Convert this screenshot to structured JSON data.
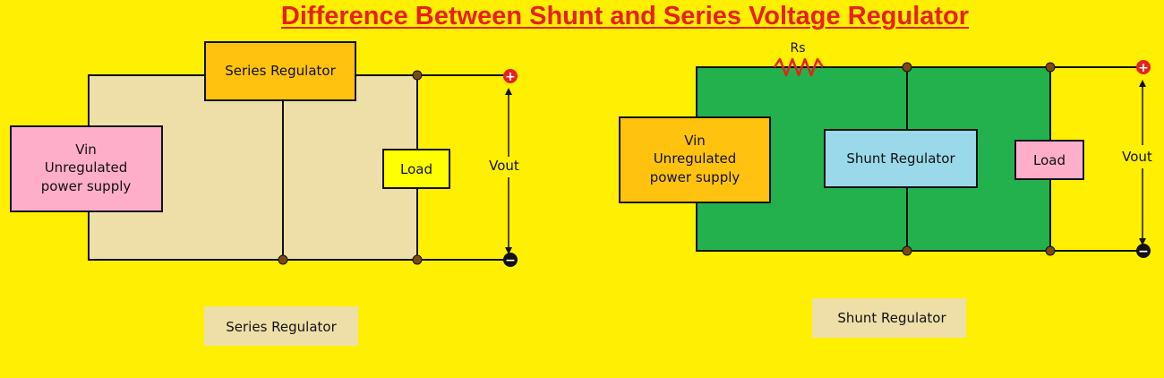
{
  "title": "Difference Between Shunt and Series Voltage Regulator",
  "colors": {
    "background": "#FFEF00",
    "title": "#E8201A",
    "series_panel": "#EEDFA9",
    "shunt_panel": "#22B14C",
    "series_regulator_box": "#FFC20E",
    "vin_series_box": "#FFAEC9",
    "load_series_box": "#FFFF00",
    "vin_shunt_box": "#FFC20E",
    "shunt_regulator_box": "#99D9EA",
    "load_shunt_box": "#FFAEC9",
    "caption_box": "#EEDFA9",
    "wire": "#111111",
    "node": "#7A4A12",
    "positive_terminal": "#E8201A",
    "negative_terminal": "#111111"
  },
  "series": {
    "regulator_label": "Series Regulator",
    "vin_lines": [
      "Vin",
      "Unregulated",
      "power supply"
    ],
    "load_label": "Load",
    "vout_label": "Vout",
    "plus_symbol": "+",
    "minus_symbol": "−",
    "caption": "Series Regulator"
  },
  "shunt": {
    "resistor_label": "Rs",
    "regulator_label": "Shunt Regulator",
    "vin_lines": [
      "Vin",
      "Unregulated",
      "power supply"
    ],
    "load_label": "Load",
    "vout_label": "Vout",
    "plus_symbol": "+",
    "minus_symbol": "−",
    "caption": "Shunt Regulator"
  }
}
